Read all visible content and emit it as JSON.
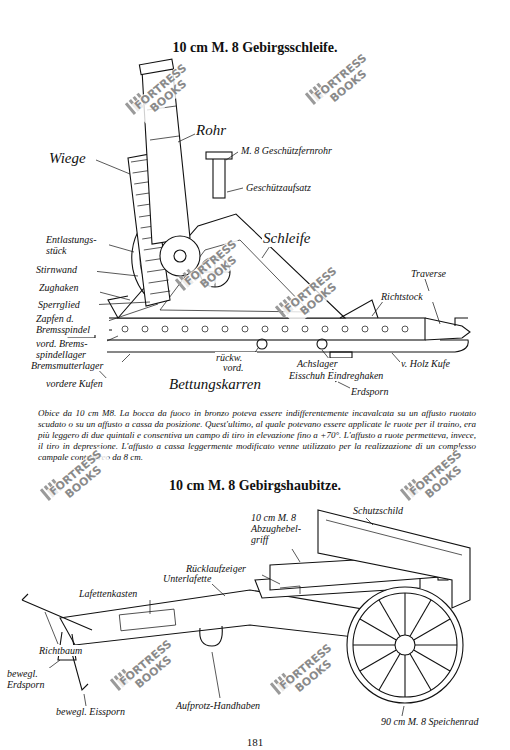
{
  "diagram": {
    "title": "10 cm M. 8 Gebirgsschleife.",
    "caption": "Obice da 10 cm M8. La bocca da fuoco in bronzo poteva essere indifferentemente incavalcata su un affusto ruotato scudato o su un affusto a cassa da posizione. Quest'ultimo, al quale potevano essere applicate le ruote per il traino, era più leggero di due quintali e consentiva un campo di tiro in elevazione fino a +70°. L'affusto a ruote permetteva, invece, il tiro in depressione. L'affusto a cassa leggermente modificato venne utilizzato per la realizzazione di un complesso campale contraereo da 8 cm.",
    "labels": [
      "10 cm M. 8 Gebirgshaubitze.",
      "181",
      "Rohr",
      "Wiege",
      "M. 8 Geschützfernrohr",
      "Geschützaufsatz",
      "Schleife",
      "Entlastungs- stück",
      "Stirnwand",
      "Zughaken",
      "Sperrglied",
      "Zapfen d. Bremsspindel",
      "vord. Brems- spindellager",
      "Bremsmutterlager",
      "vordere Kufen",
      "Traverse",
      "Richtstock",
      "rückw.",
      "vord.",
      "Bettungskarren",
      "Achslager",
      "Eisschuh Eindreghaken",
      "v. Holz Kufe",
      "Erdsporn",
      "Schutzschild",
      "10 cm M. 8 Abzughebel- griff",
      "Rücklaufzeiger",
      "Unterlafette",
      "Lafettenkasten",
      "Richtbaum",
      "bewegl. Erdsporn",
      "bewegl. Eissporn",
      "Aufprotz-Handhaben",
      "90 cm M. 8 Speichenrad",
      "FORTRESS BOOKS",
      "FORTRESS BOOKS",
      "FORTRESS BOOKS",
      "FORTRESS BOOKS",
      "FORTRESS BOOKS",
      "FORTRESS BOOKS",
      "FORTRESS BOOKS",
      "FORTRESS BOOKS"
    ]
  }
}
